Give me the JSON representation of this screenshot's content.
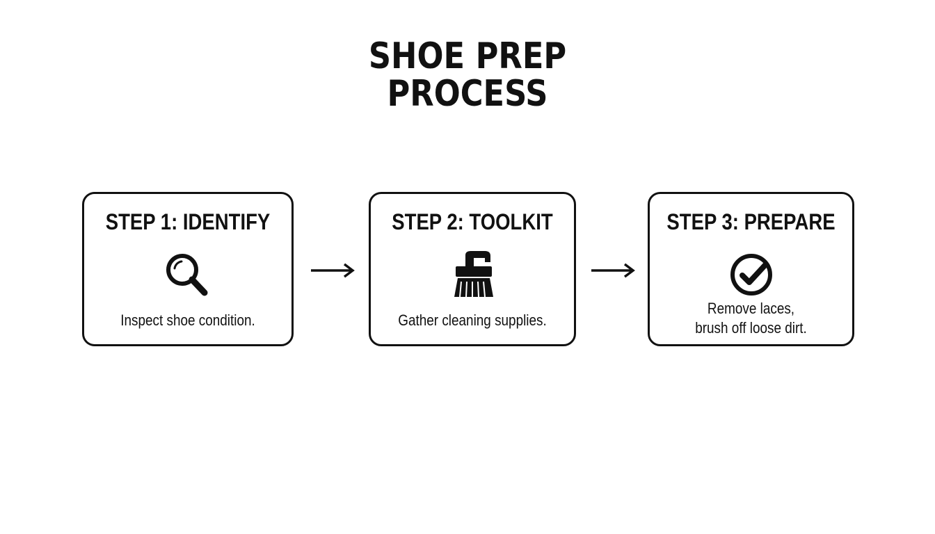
{
  "title": {
    "line1": "SHOE PREP",
    "line2": "PROCESS"
  },
  "steps": [
    {
      "title": "STEP 1: IDENTIFY",
      "icon": "magnifying-glass-icon",
      "description_lines": [
        "Inspect shoe condition."
      ]
    },
    {
      "title": "STEP 2: TOOLKIT",
      "icon": "brush-icon",
      "description_lines": [
        "Gather cleaning supplies."
      ]
    },
    {
      "title": "STEP 3: PREPARE",
      "icon": "checkmark-circle-icon",
      "description_lines": [
        "Remove laces,",
        "brush off loose dirt."
      ]
    }
  ],
  "colors": {
    "ink": "#111111",
    "background": "#ffffff"
  }
}
